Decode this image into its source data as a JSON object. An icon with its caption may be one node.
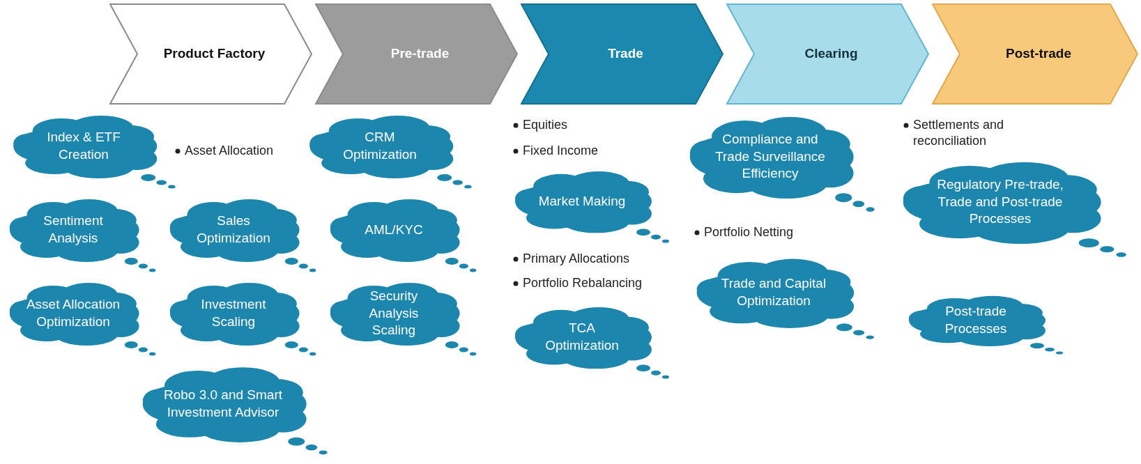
{
  "diagram": {
    "nodes": [
      {
        "text": [
          "Product Factory"
        ]
      },
      {
        "text": [
          "Pre-trade"
        ]
      },
      {
        "text": [
          "Trade"
        ]
      },
      {
        "text": [
          "Clearing"
        ]
      },
      {
        "text": [
          "Post-trade"
        ]
      },
      {
        "text": [
          "Index & ETF Creation"
        ]
      },
      {
        "text": [
          "CRM Optimization"
        ]
      },
      {
        "text": [
          "Compliance and Trade Surveillance Efficiency"
        ]
      },
      {
        "text": [
          "Market Making"
        ]
      },
      {
        "text": [
          "Regulatory Pre-trade, Trade and Post-trade Processes"
        ]
      },
      {
        "text": [
          "Sentiment Analysis"
        ]
      },
      {
        "text": [
          "Sales Optimization"
        ]
      },
      {
        "text": [
          "AML/KYC"
        ]
      },
      {
        "text": [
          "Investment Scaling"
        ]
      },
      {
        "text": [
          "Trade and Capital Optimization"
        ]
      },
      {
        "text": [
          "Post-trade Processes"
        ]
      },
      {
        "text": [
          "Asset Allocation Optimization"
        ]
      },
      {
        "text": [
          "Security Analysis Scaling"
        ]
      },
      {
        "text": [
          "TCA Optimization"
        ]
      },
      {
        "text": [
          "Robo 3.0 and Smart Investment Advisor"
        ]
      }
    ],
    "labels": [
      "Asset Allocation",
      "Equities",
      "Fixed Income",
      "Primary Allocations",
      "Portfolio Rebalancing",
      "Portfolio Netting",
      "Settlements and reconciliation"
    ]
  }
}
